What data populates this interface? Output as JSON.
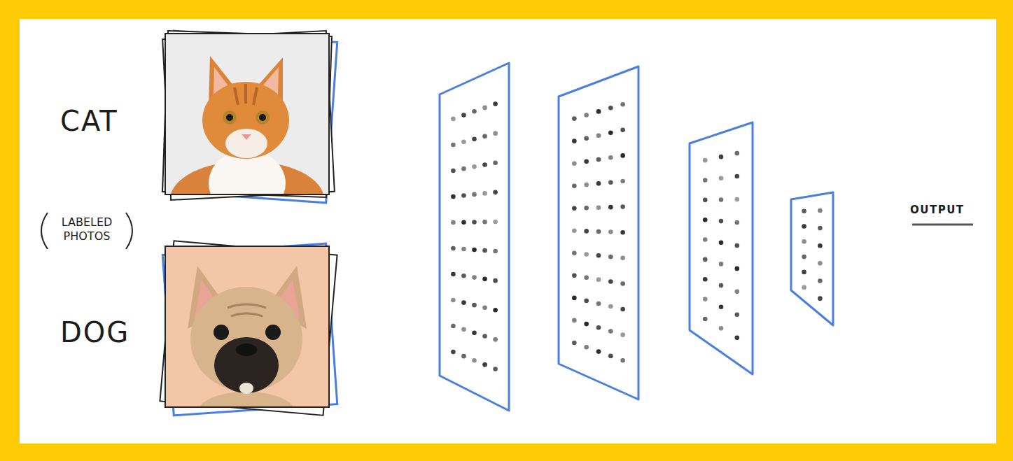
{
  "diagram": {
    "labels": [
      "CAT",
      "LABELED PHOTOS",
      "DOG",
      "OUTPUT"
    ]
  }
}
